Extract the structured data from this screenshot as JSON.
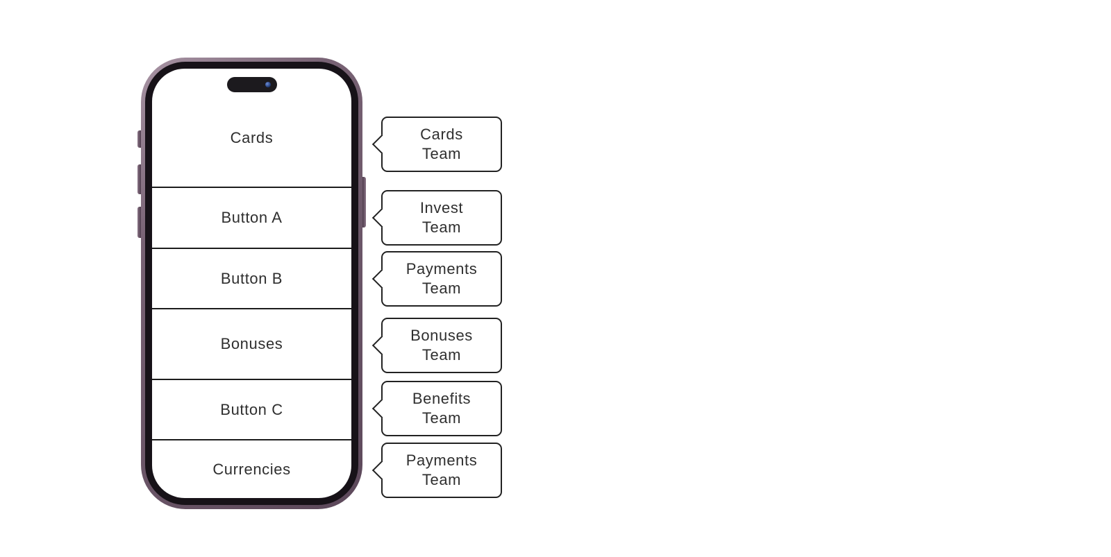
{
  "phone": {
    "rows": [
      {
        "label": "Cards"
      },
      {
        "label": "Button A"
      },
      {
        "label": "Button B"
      },
      {
        "label": "Bonuses"
      },
      {
        "label": "Button C"
      },
      {
        "label": "Currencies"
      }
    ]
  },
  "callouts": [
    {
      "line1": "Cards",
      "line2": "Team"
    },
    {
      "line1": "Invest",
      "line2": "Team"
    },
    {
      "line1": "Payments",
      "line2": "Team"
    },
    {
      "line1": "Bonuses",
      "line2": "Team"
    },
    {
      "line1": "Benefits",
      "line2": "Team"
    },
    {
      "line1": "Payments",
      "line2": "Team"
    }
  ],
  "colors": {
    "frame_purple": "#6b5668",
    "bezel_black": "#171218",
    "divider": "#1c1c1c",
    "text": "#2f2f2f",
    "callout_border": "#222222",
    "camera_blue": "#24407e",
    "background": "#ffffff"
  }
}
